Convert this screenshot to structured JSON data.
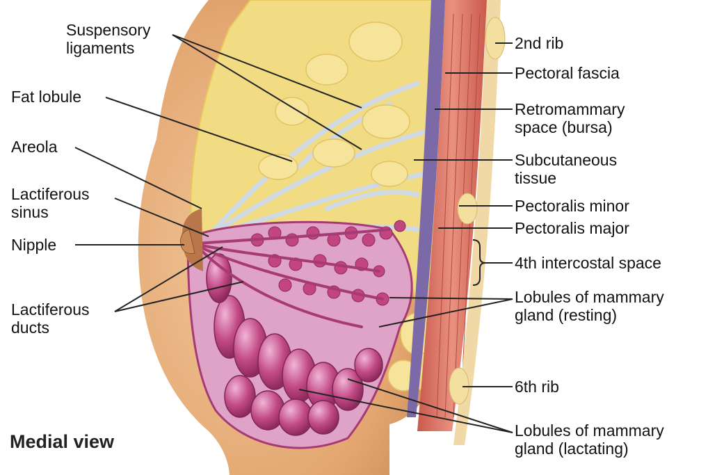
{
  "labels": {
    "suspensory_ligaments": [
      "Suspensory",
      "ligaments"
    ],
    "fat_lobule": "Fat lobule",
    "areola": "Areola",
    "lactiferous_sinus": [
      "Lactiferous",
      "sinus"
    ],
    "nipple": "Nipple",
    "lactiferous_ducts": [
      "Lactiferous",
      "ducts"
    ],
    "rib_2nd": "2nd rib",
    "pectoral_fascia": "Pectoral fascia",
    "retromammary_space": [
      "Retromammary",
      "space (bursa)"
    ],
    "subcutaneous_tissue": [
      "Subcutaneous",
      "tissue"
    ],
    "pectoralis_minor": "Pectoralis minor",
    "pectoralis_major": "Pectoralis major",
    "intercostal_space_4th": "4th intercostal space",
    "lobules_resting": [
      "Lobules of mammary",
      "gland (resting)"
    ],
    "rib_6th": "6th rib",
    "lobules_lactating": [
      "Lobules of mammary",
      "gland (lactating)"
    ]
  },
  "caption": "Medial view",
  "colors": {
    "skin": "#e8b27c",
    "skin_dark": "#c98a55",
    "fat": "#f3e08a",
    "gland": "#c2457f",
    "gland_light": "#d98ab8",
    "muscle": "#d9776a",
    "fascia": "#7c6aa8",
    "connective": "#d6dde6",
    "leader": "#222222"
  }
}
